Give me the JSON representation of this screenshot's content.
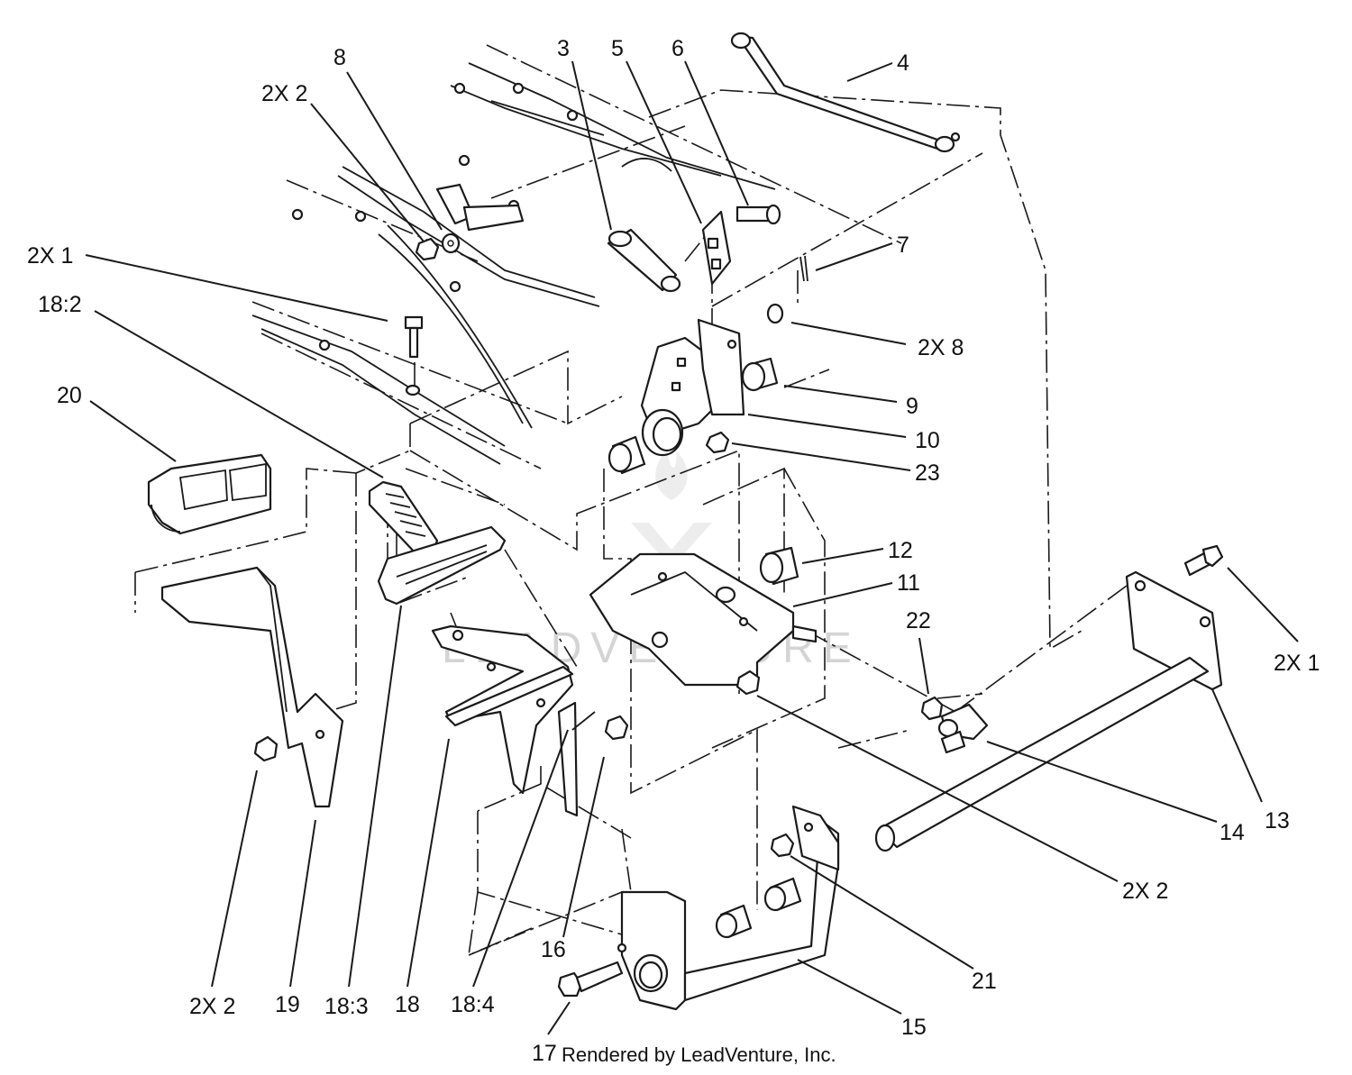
{
  "diagram": {
    "callouts": [
      {
        "id": "c8",
        "text": "8"
      },
      {
        "id": "c3",
        "text": "3"
      },
      {
        "id": "c5",
        "text": "5"
      },
      {
        "id": "c6",
        "text": "6"
      },
      {
        "id": "c4",
        "text": "4"
      },
      {
        "id": "c2x2-top",
        "text": "2X 2"
      },
      {
        "id": "c7",
        "text": "7"
      },
      {
        "id": "c2x1-left",
        "text": "2X 1"
      },
      {
        "id": "c18-2",
        "text": "18:2"
      },
      {
        "id": "c2x8",
        "text": "2X 8"
      },
      {
        "id": "c20",
        "text": "20"
      },
      {
        "id": "c9",
        "text": "9"
      },
      {
        "id": "c10",
        "text": "10"
      },
      {
        "id": "c23",
        "text": "23"
      },
      {
        "id": "c12",
        "text": "12"
      },
      {
        "id": "c11",
        "text": "11"
      },
      {
        "id": "c22",
        "text": "22"
      },
      {
        "id": "c2x1-right",
        "text": "2X 1"
      },
      {
        "id": "c13",
        "text": "13"
      },
      {
        "id": "c14",
        "text": "14"
      },
      {
        "id": "c2x2-mid",
        "text": "2X 2"
      },
      {
        "id": "c21",
        "text": "21"
      },
      {
        "id": "c16",
        "text": "16"
      },
      {
        "id": "c15",
        "text": "15"
      },
      {
        "id": "c2x2-bottom",
        "text": "2X 2"
      },
      {
        "id": "c19",
        "text": "19"
      },
      {
        "id": "c18-3",
        "text": "18:3"
      },
      {
        "id": "c18",
        "text": "18"
      },
      {
        "id": "c18-4",
        "text": "18:4"
      },
      {
        "id": "c17",
        "text": "17"
      }
    ],
    "credit": "Rendered by LeadVenture, Inc.",
    "watermark": "LEADVENTURE"
  }
}
